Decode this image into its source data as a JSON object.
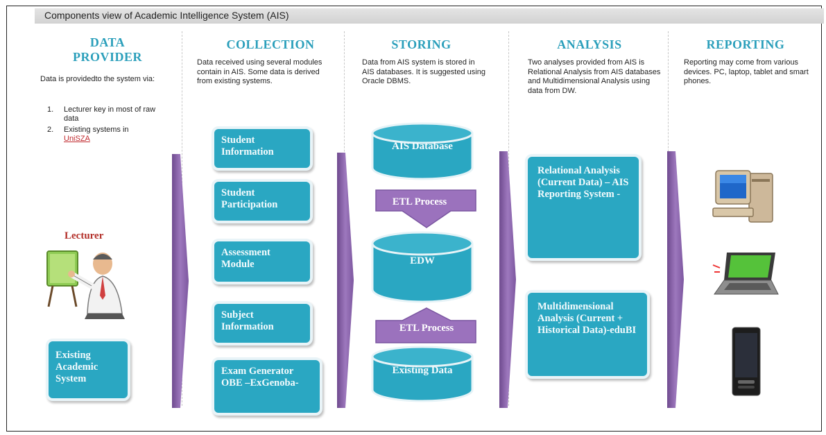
{
  "header": {
    "title": "Components view of Academic Intelligence System (AIS)"
  },
  "columns": {
    "provider": {
      "title": "DATA PROVIDER",
      "desc": "Data is providedto the system via:",
      "list": [
        {
          "num": "1.",
          "text": "Lecturer key in most of raw data"
        },
        {
          "num": "2.",
          "text": "Existing systems in",
          "link": "UniSZA"
        }
      ],
      "lecturer_label": "Lecturer",
      "existing_box": "Existing Academic System"
    },
    "collection": {
      "title": "COLLECTION",
      "desc": "Data received using several modules contain in AIS. Some data is derived from existing systems.",
      "boxes": [
        "Student Information",
        "Student Participation",
        "Assessment Module",
        "Subject Information",
        "Exam Generator OBE –ExGenoba-"
      ]
    },
    "storing": {
      "title": "STORING",
      "desc": "Data from AIS system is stored in AIS databases. It is suggested using Oracle DBMS.",
      "db_top": "AIS Database",
      "etl_top": "ETL Process",
      "edw": "EDW",
      "etl_bottom": "ETL Process",
      "db_bottom": "Existing Data"
    },
    "analysis": {
      "title": "ANALYSIS",
      "desc": "Two analyses provided from AIS is Relational Analysis from AIS databases and Multidimensional Analysis using data from DW.",
      "box_relational": "Relational Analysis (Current Data) – AIS Reporting System -",
      "box_multi": "Multidimensional Analysis (Current + Historical Data)-eduBI"
    },
    "reporting": {
      "title": "REPORTING",
      "desc": "Reporting may come from various devices. PC, laptop, tablet and smart phones."
    }
  },
  "colors": {
    "title": "#2b9fbb",
    "box": "#2aa7c2",
    "arrow": "#8a60a6",
    "etl": "#9b72bd"
  },
  "icons": [
    "lecturer-icon",
    "desktop-pc-icon",
    "laptop-icon",
    "smartphone-icon"
  ]
}
